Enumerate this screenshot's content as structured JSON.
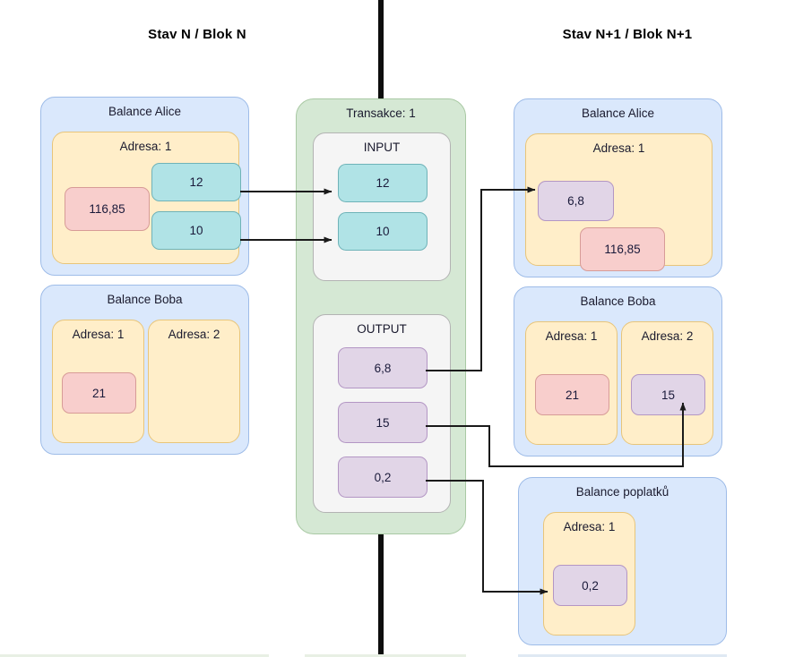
{
  "headers": {
    "left": "Stav N / Blok N",
    "right": "Stav N+1 / Blok N+1"
  },
  "colors": {
    "panel_blue": "#dae8fc",
    "panel_blue_border": "#9ebce8",
    "address_yellow": "#ffeec9",
    "address_yellow_border": "#e8c57a",
    "transaction_green": "#d5e8d4",
    "transaction_green_border": "#a9c9a4",
    "io_white": "#f5f5f5",
    "io_white_border": "#b3b3b3",
    "chip_red": "#f8cecc",
    "chip_teal": "#b0e3e6",
    "chip_purple": "#e1d5e7",
    "divider_black": "#0d0d0d",
    "connector_black": "#1a1a1a"
  },
  "left_state": {
    "alice": {
      "title": "Balance Alice",
      "addresses": [
        {
          "label": "Adresa: 1",
          "chips": [
            {
              "value": "116,85",
              "kind": "red"
            },
            {
              "value": "12",
              "kind": "teal"
            },
            {
              "value": "10",
              "kind": "teal"
            }
          ]
        }
      ]
    },
    "bob": {
      "title": "Balance Boba",
      "addresses": [
        {
          "label": "Adresa: 1",
          "chips": [
            {
              "value": "21",
              "kind": "red"
            }
          ]
        },
        {
          "label": "Adresa: 2",
          "chips": []
        }
      ]
    }
  },
  "transaction": {
    "title": "Transakce: 1",
    "input": {
      "title": "INPUT",
      "chips": [
        {
          "value": "12",
          "kind": "teal"
        },
        {
          "value": "10",
          "kind": "teal"
        }
      ]
    },
    "output": {
      "title": "OUTPUT",
      "chips": [
        {
          "value": "6,8",
          "kind": "purple"
        },
        {
          "value": "15",
          "kind": "purple"
        },
        {
          "value": "0,2",
          "kind": "purple"
        }
      ]
    }
  },
  "right_state": {
    "alice": {
      "title": "Balance Alice",
      "addresses": [
        {
          "label": "Adresa: 1",
          "chips": [
            {
              "value": "6,8",
              "kind": "purple"
            },
            {
              "value": "116,85",
              "kind": "red"
            }
          ]
        }
      ]
    },
    "bob": {
      "title": "Balance Boba",
      "addresses": [
        {
          "label": "Adresa: 1",
          "chips": [
            {
              "value": "21",
              "kind": "red"
            }
          ]
        },
        {
          "label": "Adresa: 2",
          "chips": [
            {
              "value": "15",
              "kind": "purple"
            }
          ]
        }
      ]
    },
    "fees": {
      "title": "Balance poplatků",
      "addresses": [
        {
          "label": "Adresa: 1",
          "chips": [
            {
              "value": "0,2",
              "kind": "purple"
            }
          ]
        }
      ]
    }
  },
  "flows": [
    {
      "name": "alice-12-to-input-12",
      "from": "left.alice.addr1.chip.12",
      "to": "transaction.input.chip.12"
    },
    {
      "name": "alice-10-to-input-10",
      "from": "left.alice.addr1.chip.10",
      "to": "transaction.input.chip.10"
    },
    {
      "name": "output-6-8-to-alice",
      "from": "transaction.output.chip.6,8",
      "to": "right.alice.addr1.chip.6,8"
    },
    {
      "name": "output-15-to-bob-addr2",
      "from": "transaction.output.chip.15",
      "to": "right.bob.addr2.chip.15"
    },
    {
      "name": "output-0-2-to-fees",
      "from": "transaction.output.chip.0,2",
      "to": "right.fees.addr1.chip.0,2"
    }
  ]
}
